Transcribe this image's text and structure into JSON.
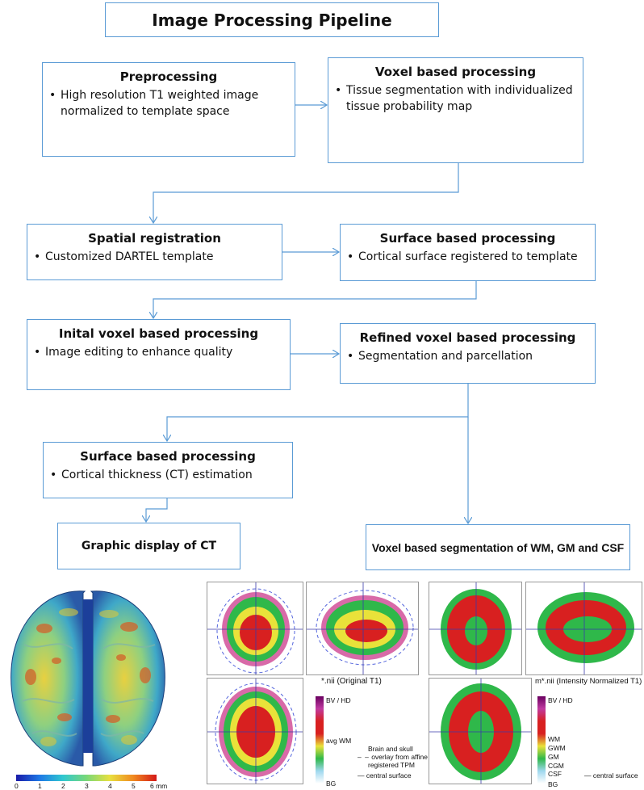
{
  "title": "Image Processing Pipeline",
  "boxes": {
    "preprocessing": {
      "title": "Preprocessing",
      "bullet": "High resolution T1 weighted image normalized to template space"
    },
    "voxel": {
      "title": "Voxel based processing",
      "bullet": "Tissue segmentation with individualized tissue probability map"
    },
    "spatial": {
      "title": "Spatial registration",
      "bullet": "Customized DARTEL template"
    },
    "surface1": {
      "title": "Surface based processing",
      "bullet": "Cortical surface registered to template"
    },
    "initial": {
      "title": "Inital voxel based processing",
      "bullet": "Image editing to enhance quality"
    },
    "refined": {
      "title": "Refined voxel based processing",
      "bullet": "Segmentation and parcellation"
    },
    "surface2": {
      "title": "Surface based processing",
      "bullet": "Cortical thickness (CT) estimation"
    },
    "graphic": {
      "label": "Graphic display of CT"
    },
    "segmentation": {
      "label": "Voxel based segmentation of WM, GM and CSF"
    }
  },
  "colorbar": {
    "ticks": [
      "0",
      "1",
      "2",
      "3",
      "4",
      "5",
      "6 mm"
    ]
  },
  "panels": {
    "left_caption": "*.nii (Original T1)",
    "right_caption": "m*.nii (Intensity Normalized T1)",
    "left_scale": {
      "top": "BV / HD",
      "mid": "avg WM",
      "bottom": "BG"
    },
    "right_scale": {
      "top": "BV / HD",
      "labels": [
        "WM",
        "GWM",
        "GM",
        "CGM",
        "CSF"
      ],
      "bottom": "BG"
    },
    "legend_left": {
      "line1": "Brain and skull",
      "line2": "overlay from affine",
      "line3": "registered TPM",
      "line4": "central surface"
    },
    "legend_right": {
      "line1": "central surface"
    }
  },
  "colors": {
    "border": "#5b9bd5",
    "arrow": "#5b9bd5"
  }
}
